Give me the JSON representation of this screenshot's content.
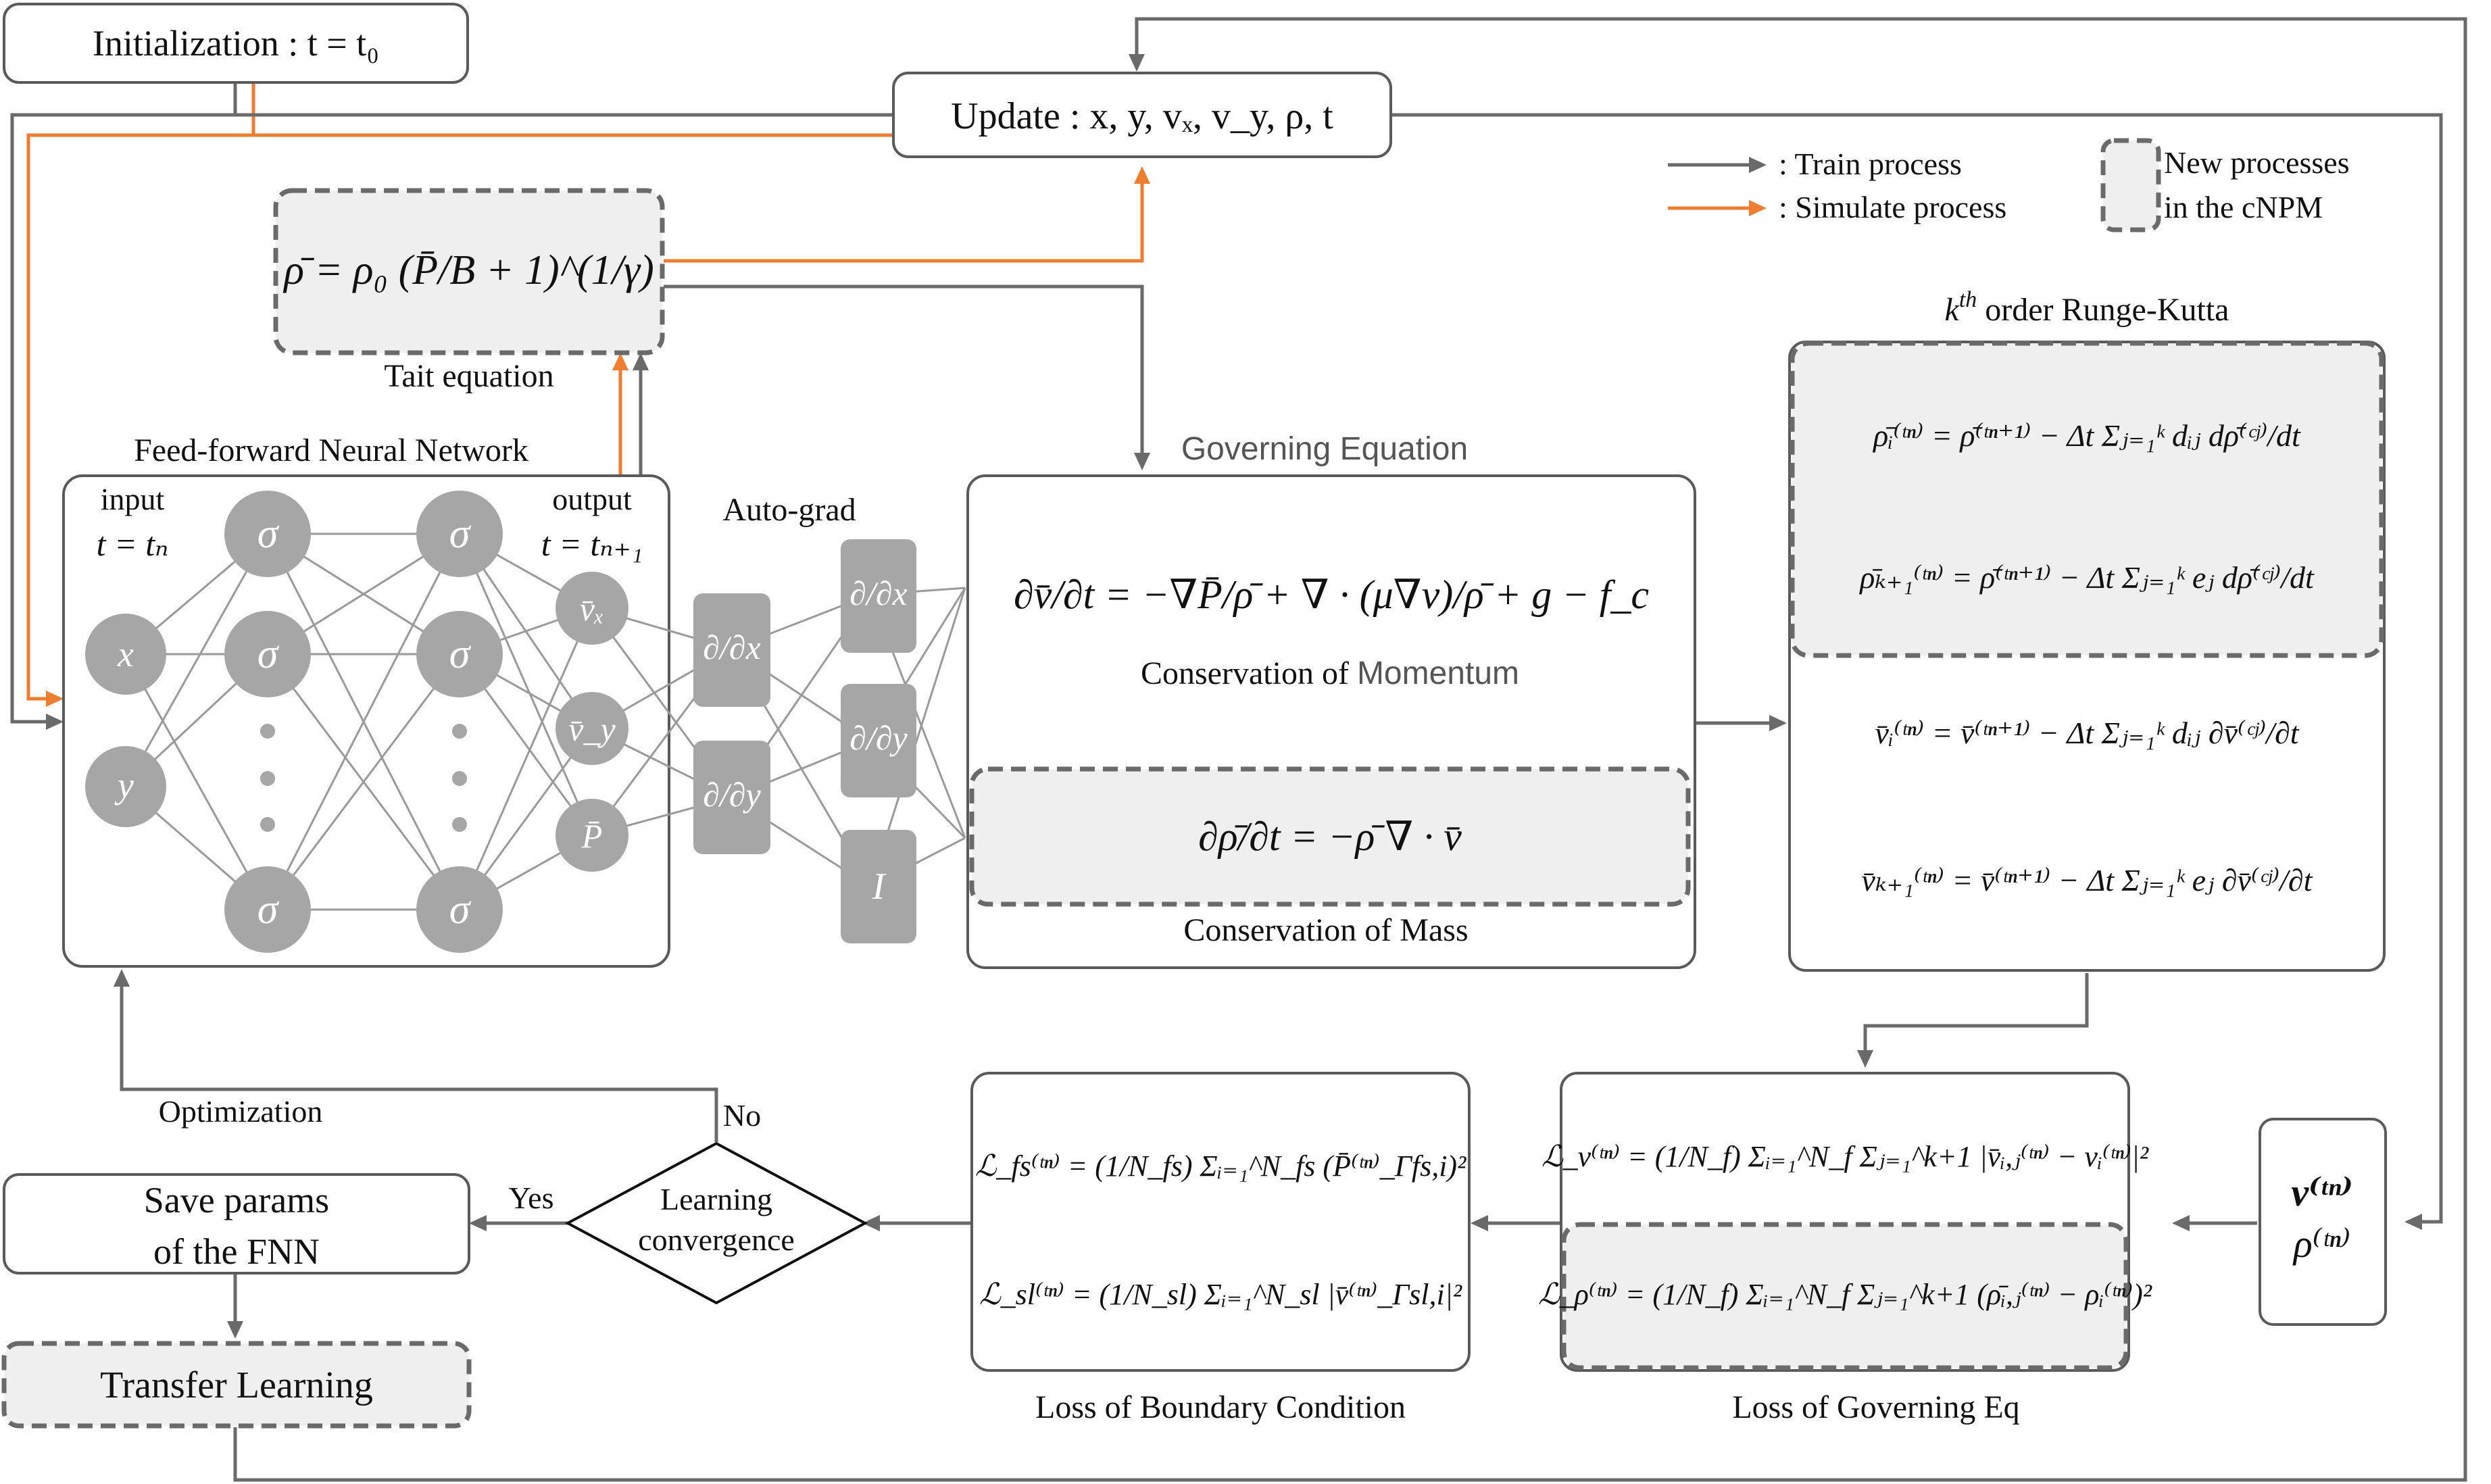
{
  "labels": {
    "init": "Initialization : t = t₀",
    "update": "Update : x, y, vₓ, v_y, ρ, t",
    "legend_train": ": Train process",
    "legend_sim": ": Simulate process",
    "legend_new_1": "New processes",
    "legend_new_2": "in the cNPM",
    "tait_eq": "ρ̄ = ρ₀ (P̄/B + 1)^(1/γ)",
    "tait_caption": "Tait equation",
    "ffnn_title": "Feed-forward Neural Network",
    "input_1": "input",
    "input_2": "t = tₙ",
    "output_1": "output",
    "output_2": "t = tₙ₊₁",
    "autograd": "Auto-grad",
    "gov_title": "Governing Equation",
    "momentum_eq": "∂v̄/∂t = −∇P̄/ρ̄ + ∇ · (μ∇v)/ρ̄ + g − f_c",
    "momentum_caption_a": "Conservation of ",
    "momentum_caption_b": "Momentum",
    "mass_eq": "∂ρ̄/∂t = −ρ̄ ∇ · v̄",
    "mass_caption": "Conservation of Mass",
    "rk_title_a": "k",
    "rk_title_b": "th",
    "rk_title_c": " order Runge-Kutta",
    "rk_1": "ρ̄ᵢ⁽ᵗⁿ⁾ = ρ̄⁽ᵗⁿ⁺¹⁾ − Δt Σⱼ₌₁ᵏ dᵢⱼ dρ̄⁽ᶜʲ⁾/dt",
    "rk_2": "ρ̄ₖ₊₁⁽ᵗⁿ⁾ = ρ̄⁽ᵗⁿ⁺¹⁾ − Δt Σⱼ₌₁ᵏ eⱼ dρ̄⁽ᶜʲ⁾/dt",
    "rk_3": "v̄ᵢ⁽ᵗⁿ⁾ = v̄⁽ᵗⁿ⁺¹⁾ − Δt Σⱼ₌₁ᵏ dᵢⱼ ∂v̄⁽ᶜʲ⁾/∂t",
    "rk_4": "v̄ₖ₊₁⁽ᵗⁿ⁾ = v̄⁽ᵗⁿ⁺¹⁾ − Δt Σⱼ₌₁ᵏ eⱼ ∂v̄⁽ᶜʲ⁾/∂t",
    "vrho_1": "v⁽ᵗⁿ⁾",
    "vrho_2": "ρ⁽ᵗⁿ⁾",
    "lossgov_1": "ℒ_v⁽ᵗⁿ⁾ = (1/N_f) Σᵢ₌₁^N_f Σⱼ₌₁^k+1 |v̄ᵢ,ⱼ⁽ᵗⁿ⁾ − vᵢ⁽ᵗⁿ⁾|²",
    "lossgov_2": "ℒ_ρ⁽ᵗⁿ⁾ = (1/N_f) Σᵢ₌₁^N_f Σⱼ₌₁^k+1 (ρ̄ᵢ,ⱼ⁽ᵗⁿ⁾ − ρᵢ⁽ᵗⁿ⁾)²",
    "lossgov_caption": "Loss of Governing Eq",
    "lossbc_1": "ℒ_fs⁽ᵗⁿ⁾ = (1/N_fs) Σᵢ₌₁^N_fs (P̄⁽ᵗⁿ⁾_Γfs,i)²",
    "lossbc_2": "ℒ_sl⁽ᵗⁿ⁾ = (1/N_sl) Σᵢ₌₁^N_sl |v̄⁽ᵗⁿ⁾_Γsl,i|²",
    "lossbc_caption": "Loss of Boundary Condition",
    "decision_1": "Learning",
    "decision_2": "convergence",
    "no": "No",
    "yes": "Yes",
    "optimization": "Optimization",
    "save_1": "Save params",
    "save_2": "of the  FNN",
    "transfer": "Transfer Learning",
    "sigma": "σ",
    "node_x": "x",
    "node_y": "y",
    "out_vx": "v̄ₓ",
    "out_vy": "v̄_y",
    "out_p": "P̄",
    "grad_x": "∂/∂x",
    "grad_y": "∂/∂y",
    "ident": "I"
  },
  "colors": {
    "train": "#6a6a6a",
    "simulate": "#ed7d31",
    "node": "#a6a6a6",
    "new_process_fill": "#efefef"
  }
}
